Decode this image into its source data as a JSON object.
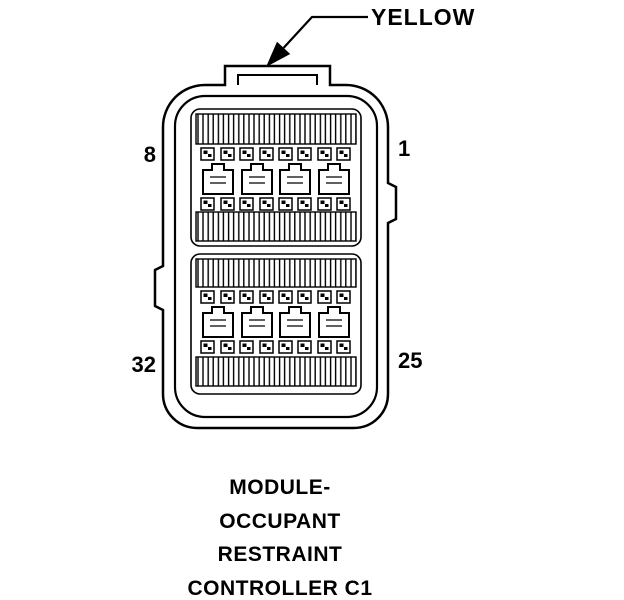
{
  "diagram": {
    "color_callout": "YELLOW",
    "pins": {
      "top_left": "8",
      "top_right": "1",
      "bottom_left": "32",
      "bottom_right": "25"
    },
    "caption": [
      "MODULE-",
      "OCCUPANT",
      "RESTRAINT",
      "CONTROLLER C1"
    ],
    "colors": {
      "line": "#000000",
      "background": "#ffffff"
    }
  }
}
